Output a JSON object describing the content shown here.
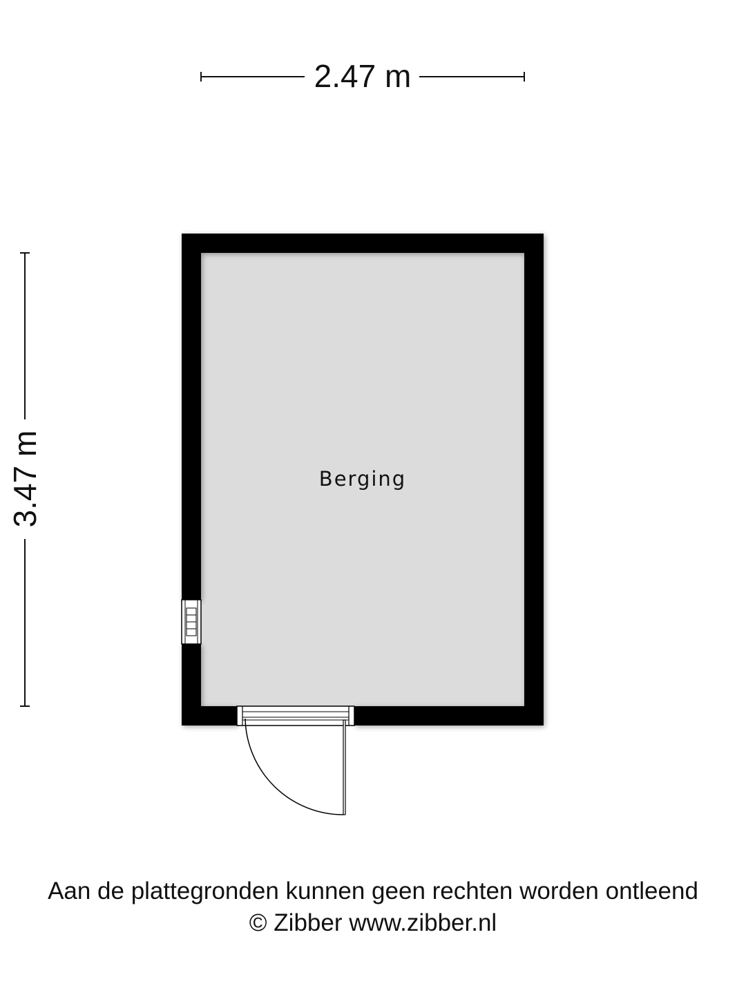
{
  "dimensions": {
    "width_label": "2.47 m",
    "height_label": "3.47 m"
  },
  "room": {
    "name": "Berging"
  },
  "footer": {
    "disclaimer": "Aan de plattegronden kunnen geen rechten worden ontleend",
    "copyright": "© Zibber www.zibber.nl"
  },
  "colors": {
    "wall": "#000000",
    "floor": "#dcdcdc",
    "text": "#111111"
  }
}
